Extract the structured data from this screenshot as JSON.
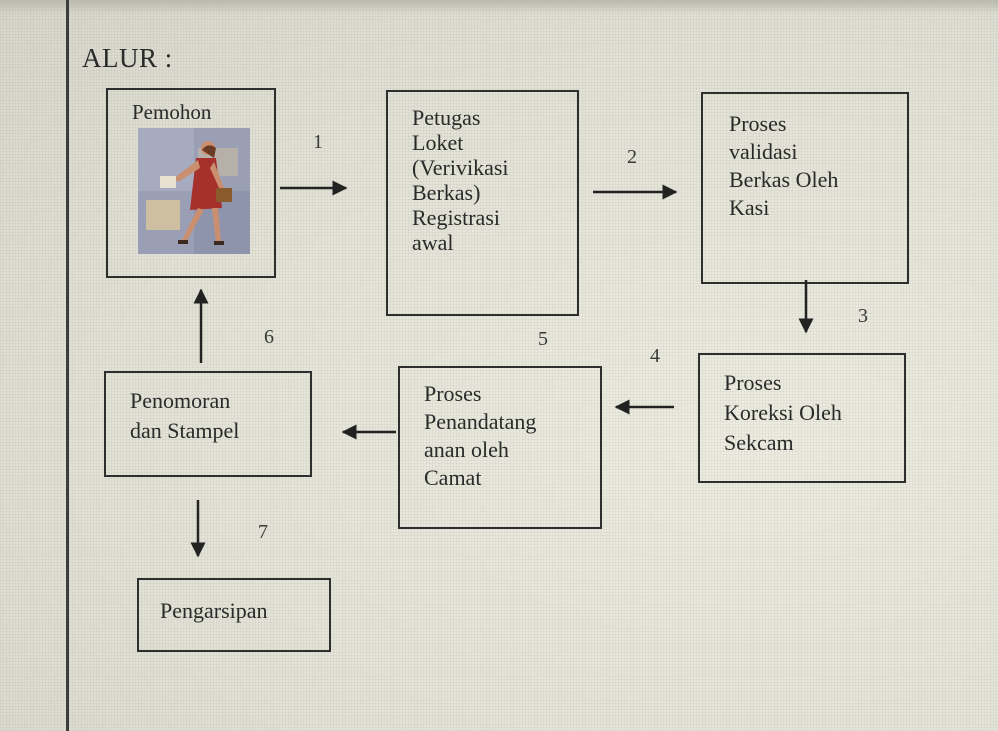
{
  "title": "ALUR :",
  "boxes": {
    "pemohon": "Pemohon",
    "petugas": "Petugas\nLoket\n(Verivikasi\nBerkas)\nRegistrasi\nawal",
    "validasi": "Proses\nvalidasi\nBerkas Oleh\nKasi",
    "koreksi": "Proses\nKoreksi Oleh\nSekcam",
    "penandatangan": "Proses\nPenandatang\nanan oleh\nCamat",
    "penomoran": "Penomoran\ndan Stampel",
    "pengarsipan": "Pengarsipan"
  },
  "steps": [
    "1",
    "2",
    "3",
    "4",
    "5",
    "6",
    "7"
  ]
}
